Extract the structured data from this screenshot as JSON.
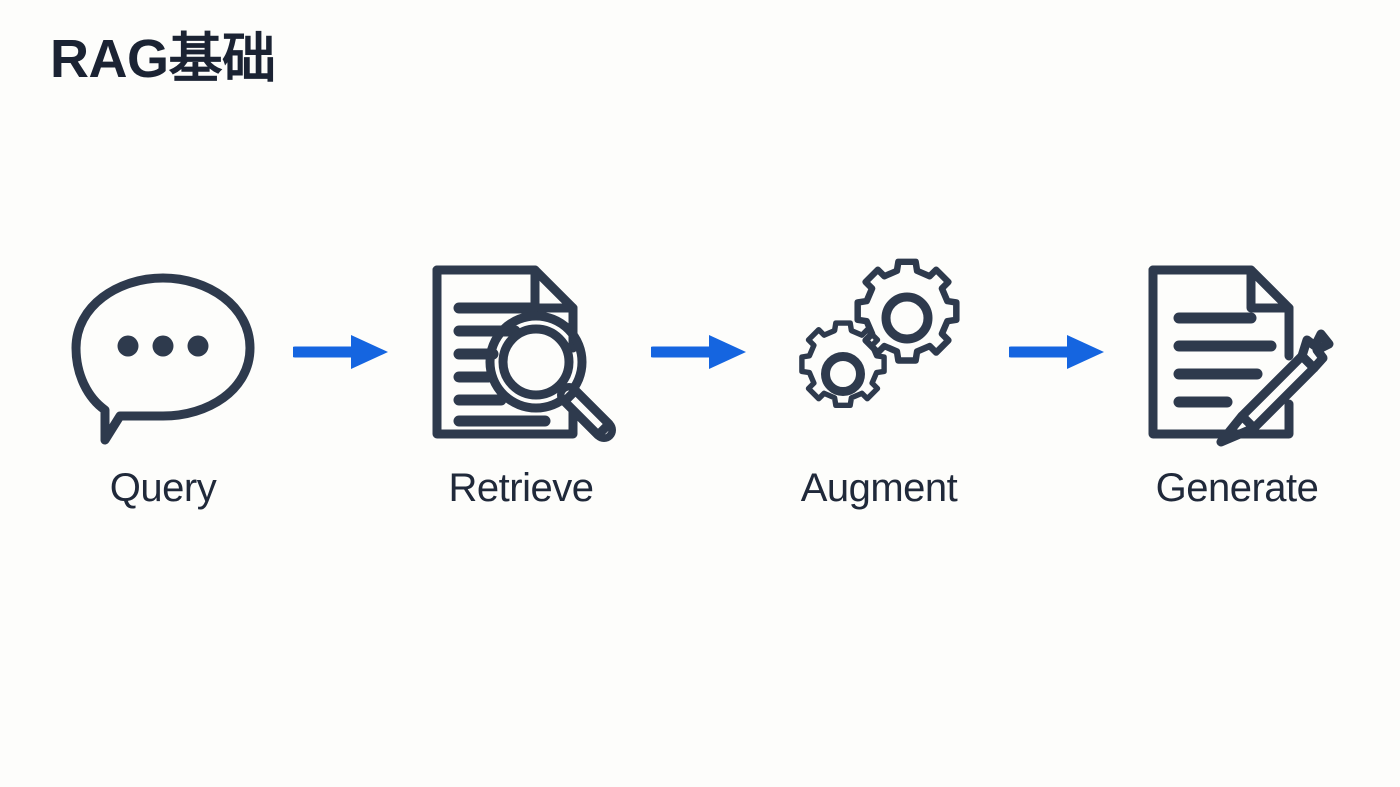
{
  "slide": {
    "title": "RAG基础",
    "background_color": "#fdfdfb",
    "ink_color": "#2e3a4d",
    "title_color": "#1b2333",
    "accent_color": "#1565e0"
  },
  "flow": {
    "steps": [
      {
        "label": "Query",
        "icon": "speech-bubble-dots-icon"
      },
      {
        "label": "Retrieve",
        "icon": "document-magnifier-icon"
      },
      {
        "label": "Augment",
        "icon": "two-gears-icon"
      },
      {
        "label": "Generate",
        "icon": "document-pencil-icon"
      }
    ],
    "connectors": [
      {
        "icon": "arrow-right-icon",
        "color": "#1565e0"
      },
      {
        "icon": "arrow-right-icon",
        "color": "#1565e0"
      },
      {
        "icon": "arrow-right-icon",
        "color": "#1565e0"
      }
    ]
  }
}
